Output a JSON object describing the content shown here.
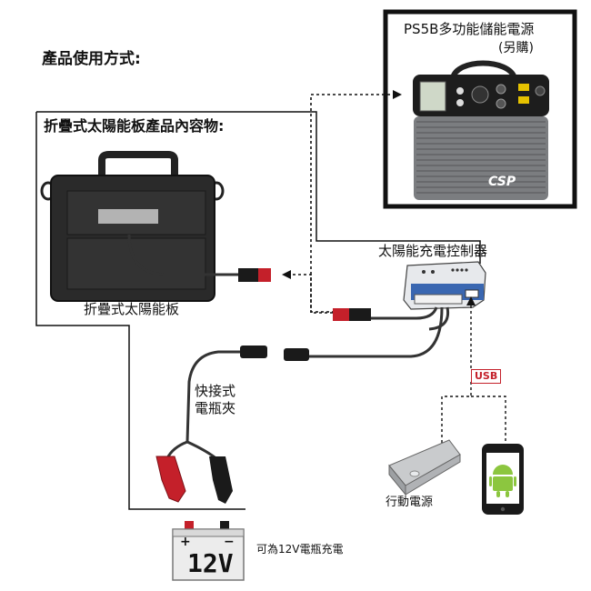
{
  "labels": {
    "usage_title": "產品使用方式:",
    "contents_title": "折疊式太陽能板產品內容物:",
    "panel": "折疊式太陽能板",
    "controller": "太陽能充電控制器",
    "power_station": "PS5B多功能儲能電源",
    "power_station_note": "(另購)",
    "clip_line1": "快接式",
    "clip_line2": "電瓶夾",
    "power_bank": "行動電源",
    "battery_note": "可為12V電瓶充電",
    "usb": "USB",
    "battery_voltage": "12V",
    "battery_plus": "+",
    "battery_minus": "−",
    "brand": "CSP"
  },
  "icons": {
    "arrow": "arrow-icon",
    "android": "android-icon"
  },
  "colors": {
    "accent_red": "#c4202a",
    "frame": "#111111",
    "android_green": "#8cc63f"
  }
}
